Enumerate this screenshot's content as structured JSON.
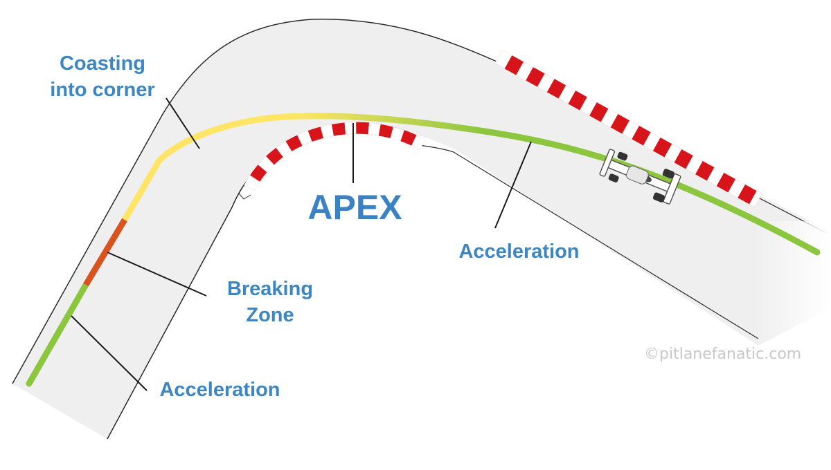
{
  "labels": {
    "coasting_line1": "Coasting",
    "coasting_line2": "into corner",
    "apex": "APEX",
    "acceleration_exit": "Acceleration",
    "braking_line1": "Breaking",
    "braking_line2": "Zone",
    "acceleration_entry": "Acceleration"
  },
  "watermark": "©pitlanefanatic.com",
  "colors": {
    "label": "#3c86c3",
    "track_surface": "#efefef",
    "track_edge": "#2a2a2a",
    "line_acceleration": "#8cc63f",
    "line_coasting": "#ffe566",
    "line_braking": "#d9531e",
    "kerb_red": "#d7141a",
    "kerb_white": "#ffffff",
    "watermark": "#c8c8c8"
  },
  "icons": {
    "car": "race-car-icon"
  }
}
